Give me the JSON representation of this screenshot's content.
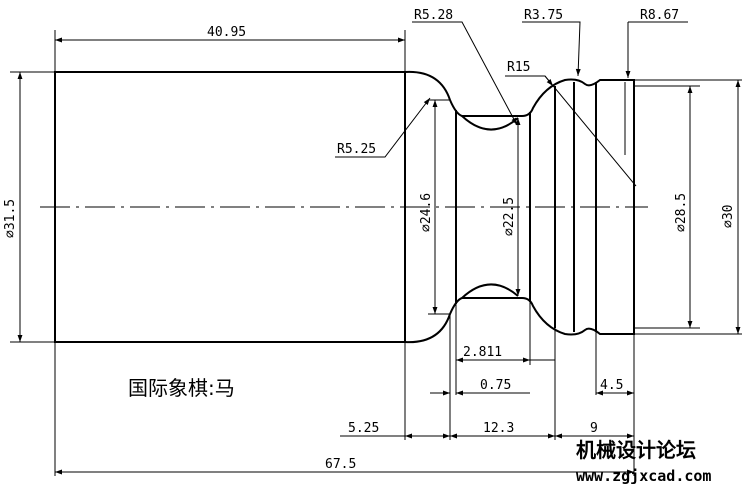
{
  "dimensions": {
    "len_40_95": "40.95",
    "r_5_28": "R5.28",
    "r_3_75": "R3.75",
    "r_8_67": "R8.67",
    "r_15": "R15",
    "r_5_25": "R5.25",
    "dia_31_5": "⌀31.5",
    "dia_24_6": "⌀24.6",
    "dia_22_5": "⌀22.5",
    "dia_28_5": "⌀28.5",
    "dia_30": "⌀30",
    "len_2_811": "2.811",
    "len_0_75": "0.75",
    "len_4_5": "4.5",
    "len_5_25": "5.25",
    "len_12_3": "12.3",
    "len_9": "9",
    "len_67_5": "67.5"
  },
  "caption": "国际象棋:马",
  "watermark": {
    "name": "机械设计论坛",
    "url": "www.zgjxcad.com"
  }
}
